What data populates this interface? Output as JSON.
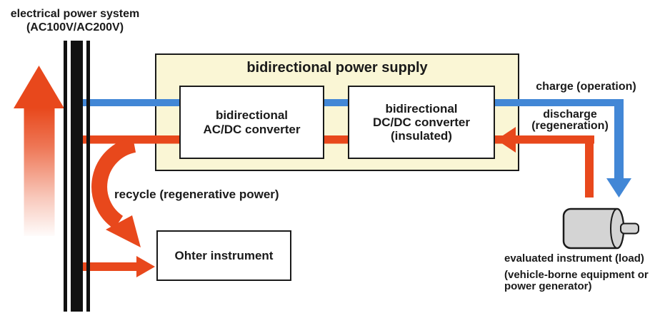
{
  "diagram": {
    "grid": {
      "label_line1": "electrical power system",
      "label_line2": "(AC100V/AC200V)"
    },
    "supply": {
      "title": "bidirectional power supply",
      "acdc_line1": "bidirectional",
      "acdc_line2": "AC/DC converter",
      "dcdc_line1": "bidirectional",
      "dcdc_line2": "DC/DC converter",
      "dcdc_line3": "(insulated)"
    },
    "flows": {
      "charge": "charge (operation)",
      "discharge_line1": "discharge",
      "discharge_line2": "(regeneration)",
      "recycle": "recycle (regenerative power)"
    },
    "other_instrument": "Ohter instrument",
    "load": {
      "title": "evaluated instrument (load)",
      "sub_line1": "(vehicle-borne equipment or",
      "sub_line2": "power generator)"
    },
    "colors": {
      "flow_orange": "#e8481c",
      "flow_blue": "#4287d6",
      "supply_bg": "#faf6d5",
      "motor_gray": "#d4d4d4",
      "line_black": "#111111"
    }
  }
}
